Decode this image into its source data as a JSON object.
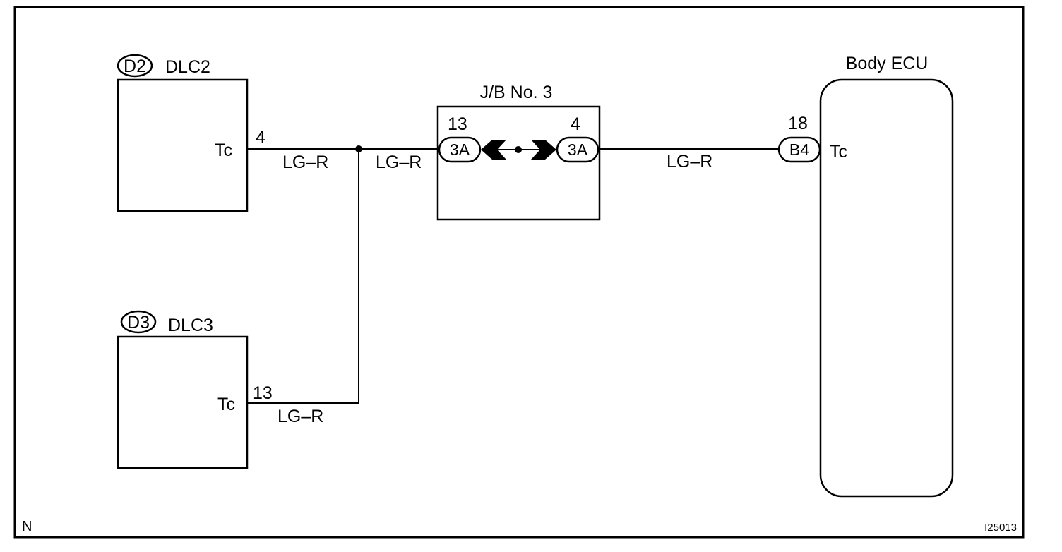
{
  "diagram": {
    "components": {
      "dlc2": {
        "name": "DLC2",
        "connector_code": "D2",
        "terminal_label": "Tc",
        "pin": "4"
      },
      "dlc3": {
        "name": "DLC3",
        "connector_code": "D3",
        "terminal_label": "Tc",
        "pin": "13"
      },
      "junction_block": {
        "name": "J/B No. 3",
        "left_connector": "3A",
        "left_pin": "13",
        "right_connector": "3A",
        "right_pin": "4"
      },
      "body_ecu": {
        "name": "Body ECU",
        "connector_code": "B4",
        "terminal_label": "Tc",
        "pin": "18"
      }
    },
    "wires": {
      "dlc2_to_splice": "LG–R",
      "splice_to_jb": "LG–R",
      "dlc3_to_splice": "LG–R",
      "jb_to_ecu": "LG–R"
    },
    "footer": {
      "left_mark": "N",
      "figure_id": "I25013"
    }
  }
}
